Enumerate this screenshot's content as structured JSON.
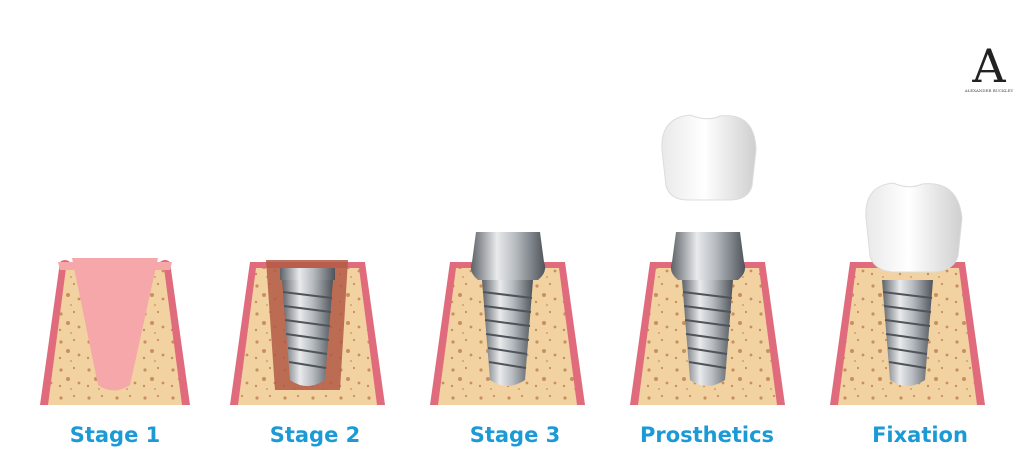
{
  "stages": [
    {
      "label": "Stage 1",
      "implant": "none",
      "socket": "open"
    },
    {
      "label": "Stage 2",
      "implant": "screw",
      "socket": "drilled"
    },
    {
      "label": "Stage 3",
      "implant": "screw+abutment",
      "socket": "healed"
    },
    {
      "label": "Prosthetics",
      "implant": "screw+abutment",
      "socket": "healed",
      "crown": "floating"
    },
    {
      "label": "Fixation",
      "implant": "screw",
      "socket": "healed",
      "crown": "fixed"
    }
  ],
  "logo": {
    "letter": "A",
    "caption": "ALEXANDER BUCKLEY"
  },
  "colors": {
    "label": "#1b9ad6",
    "bone": "#f1d2a0",
    "bone_spots": "#c9905f",
    "gum": "#f5a7a9",
    "gum_dark": "#e06b7c",
    "metal": "#9aa0a6",
    "crown": "#ffffff"
  }
}
